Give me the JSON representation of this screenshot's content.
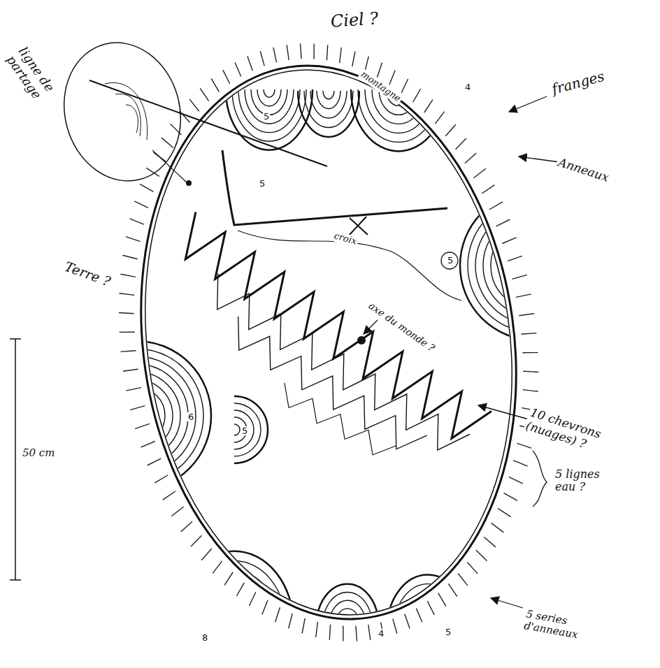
{
  "diagram": {
    "labels": [
      "Ciel ?",
      "ligne de partage",
      "franges",
      "Anneaux",
      "Terre ?",
      "50 cm",
      "10 chevrons (nuages) ?",
      "5 lignes eau ?",
      "5 series d'anneaux",
      "montagne",
      "croix",
      "axe du monde ?",
      "5",
      "5",
      "4",
      "5",
      "6",
      "5",
      "8",
      "4",
      "5"
    ]
  }
}
